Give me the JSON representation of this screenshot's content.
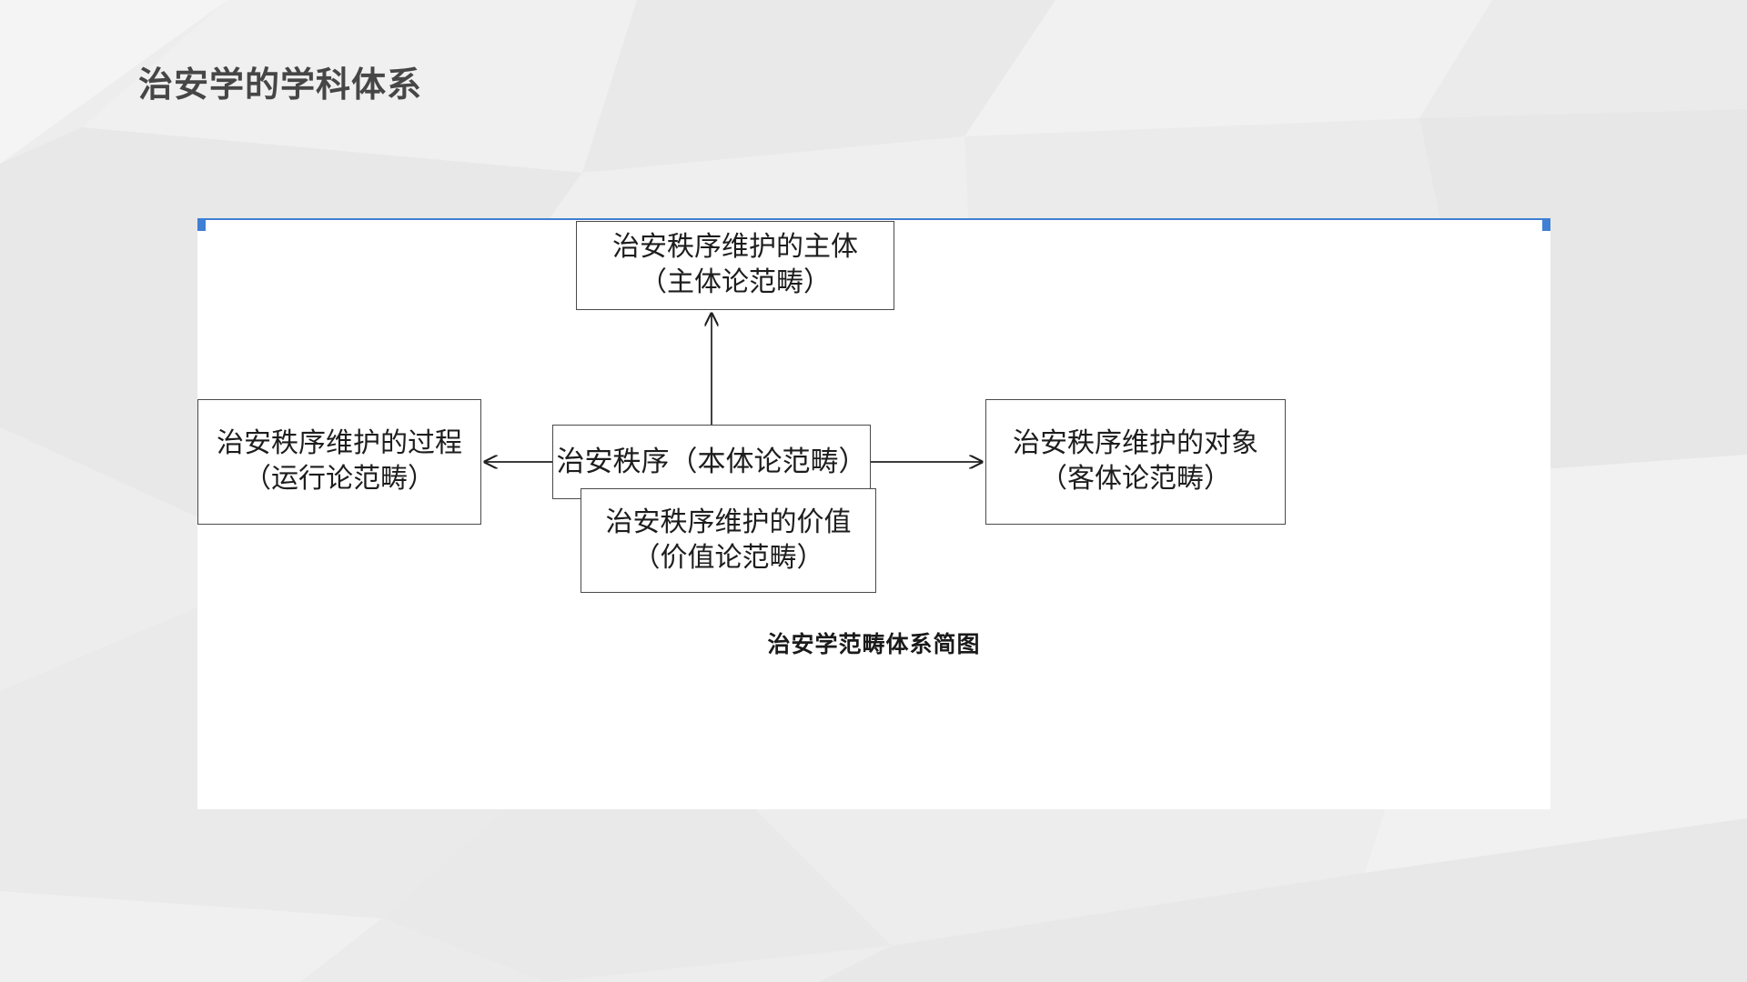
{
  "slide": {
    "title": "治安学的学科体系",
    "background_color": "#ededed",
    "accent_color": "#3f7fd4",
    "panel_color": "#ffffff"
  },
  "diagram": {
    "caption": "治安学范畴体系简图",
    "nodes": {
      "subject": {
        "line1": "治安秩序维护的主体",
        "line2": "（主体论范畴）"
      },
      "process": {
        "line1": "治安秩序维护的过程",
        "line2": "（运行论范畴）"
      },
      "core": {
        "line1": "治安秩序（本体论范畴）",
        "line2": ""
      },
      "object": {
        "line1": "治安秩序维护的对象",
        "line2": "（客体论范畴）"
      },
      "value": {
        "line1": "治安秩序维护的价值",
        "line2": "（价值论范畴）"
      }
    },
    "edges": [
      {
        "from": "core",
        "to": "subject",
        "direction": "up"
      },
      {
        "from": "core",
        "to": "process",
        "direction": "left"
      },
      {
        "from": "core",
        "to": "object",
        "direction": "right"
      },
      {
        "from": "core",
        "to": "value",
        "direction": "down"
      }
    ]
  }
}
